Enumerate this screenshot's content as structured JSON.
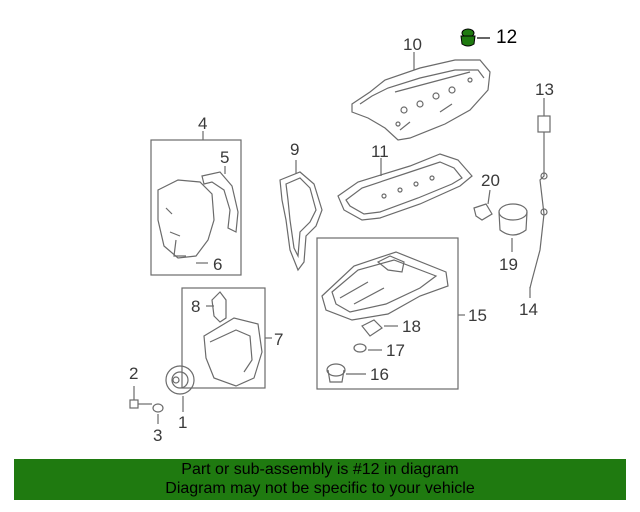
{
  "callouts": {
    "c1": "1",
    "c2": "2",
    "c3": "3",
    "c4": "4",
    "c5": "5",
    "c6": "6",
    "c7": "7",
    "c8": "8",
    "c9": "9",
    "c10": "10",
    "c11": "11",
    "c12": "12",
    "c13": "13",
    "c14": "14",
    "c15": "15",
    "c16": "16",
    "c17": "17",
    "c18": "18",
    "c19": "19",
    "c20": "20"
  },
  "banner": {
    "line1": "Part or sub-assembly is #12 in diagram",
    "line2": "Diagram may not be specific to your vehicle"
  },
  "colors": {
    "banner_bg": "#1f7a10",
    "highlight_part": "#1f7a10",
    "line": "#6b6b6b"
  }
}
